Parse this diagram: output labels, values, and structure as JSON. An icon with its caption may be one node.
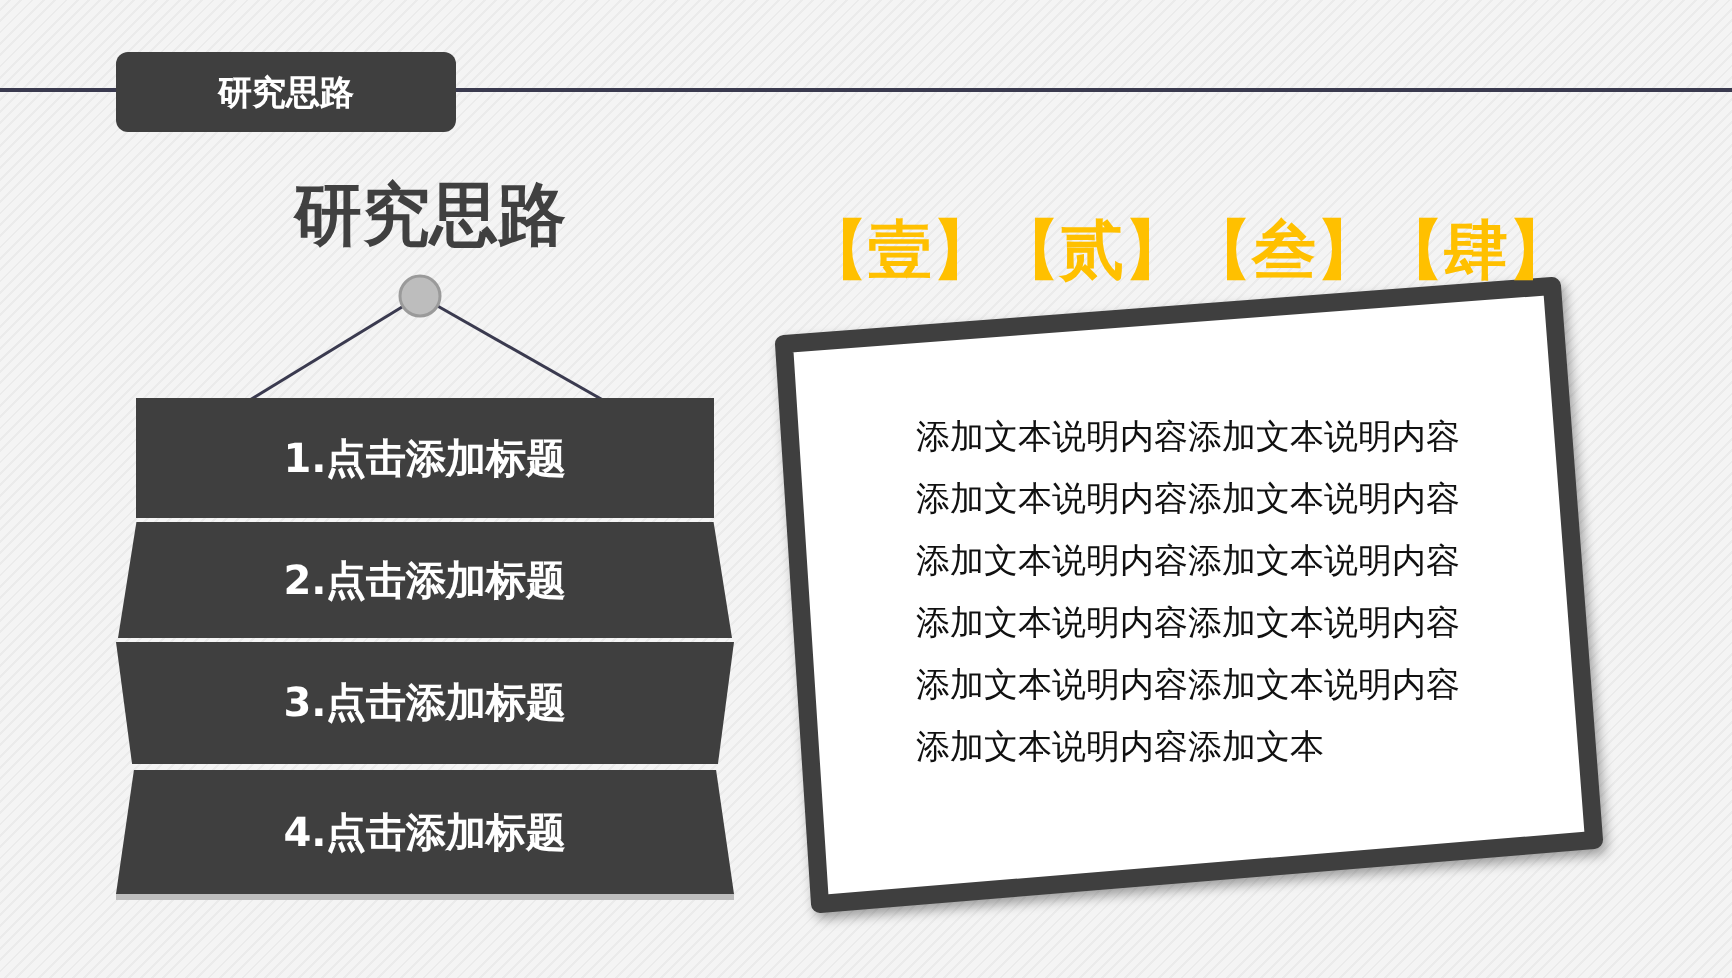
{
  "diagram": {
    "title": "研究思路",
    "nodes": [
      {
        "text": [
          "研究思路"
        ]
      },
      {
        "text": [
          "1.点击添加标题"
        ]
      },
      {
        "text": [
          "2.点击添加标题"
        ]
      },
      {
        "text": [
          "3.点击添加标题"
        ]
      },
      {
        "text": [
          "4.点击添加标题"
        ]
      },
      {
        "text": [
          "添加文本说明内容添加文本说明内容添加文本说明内容添加文本说明内容添加文本说明内容添加文本说明内容添加文本说明内容添加文本说明内容添加文本说明内容添加文本说明内容添加文本说明内容添加文本"
        ]
      }
    ],
    "labels": [
      "【壹】【贰】【叁】【肆】"
    ]
  }
}
